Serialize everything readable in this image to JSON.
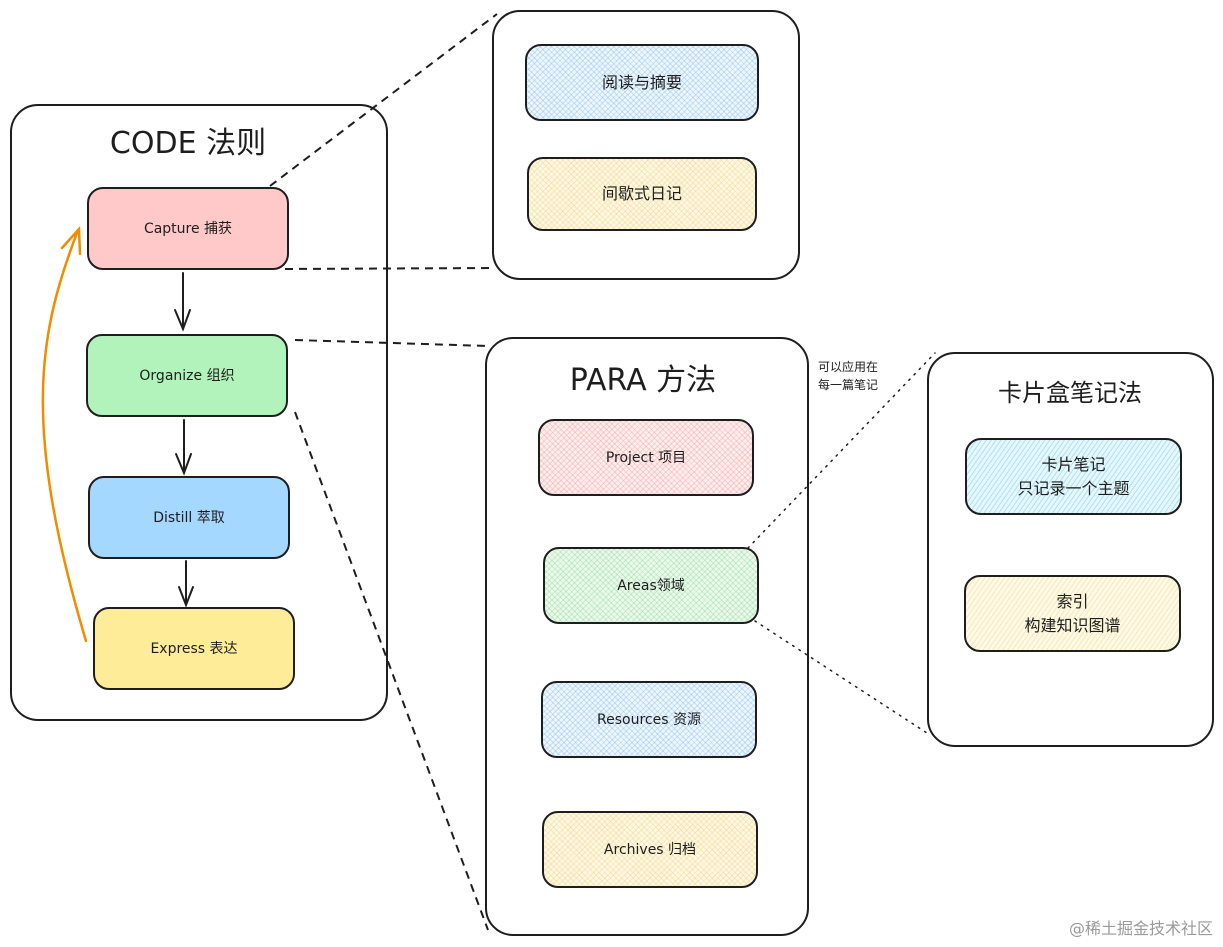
{
  "code_frame": {
    "title": "CODE 法则",
    "steps": [
      {
        "label": "Capture 捕获",
        "color": "#ffc9c9"
      },
      {
        "label": "Organize 组织",
        "color": "#b2f2bb"
      },
      {
        "label": "Distill 萃取",
        "color": "#a5d8ff"
      },
      {
        "label": "Express 表达",
        "color": "#ffec99"
      }
    ],
    "loop_arrow_color": "#f08c00"
  },
  "capture_frame": {
    "items": [
      {
        "label": "阅读与摘要"
      },
      {
        "label": "间歇式日记"
      }
    ]
  },
  "para_frame": {
    "title": "PARA 方法",
    "items": [
      {
        "label": "Project 项目"
      },
      {
        "label": "Areas领域"
      },
      {
        "label": "Resources 资源"
      },
      {
        "label": "Archives 归档"
      }
    ]
  },
  "zettel_frame": {
    "title": "卡片盒笔记法",
    "items": [
      {
        "label": "卡片笔记\n只记录一个主题"
      },
      {
        "label": "索引\n构建知识图谱"
      }
    ]
  },
  "annotation": {
    "text": "可以应用在\n每一篇笔记"
  },
  "watermark": "@稀土掘金技术社区"
}
